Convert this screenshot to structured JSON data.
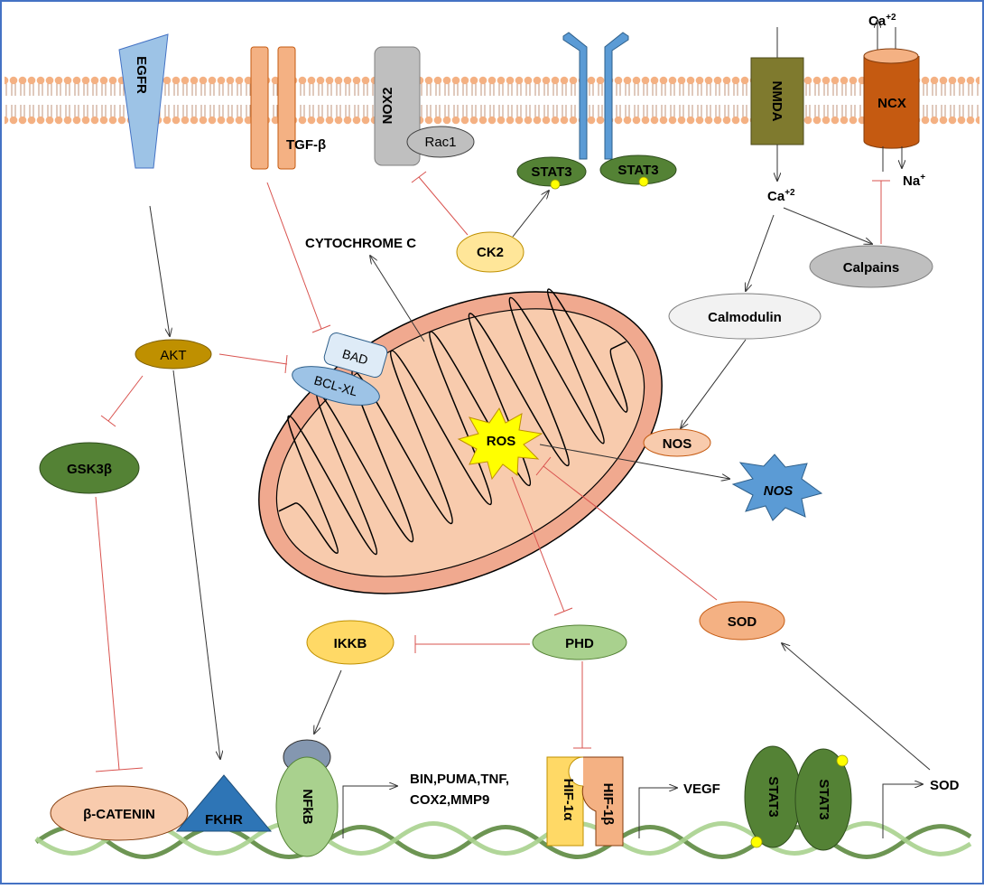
{
  "membrane": {
    "egfr": "EGFR",
    "tgfb": "TGF-β",
    "nox2": "NOX2",
    "rac1": "Rac1",
    "stat3_left": "STAT3",
    "stat3_right": "STAT3",
    "nmda": "NMDA",
    "ncx": "NCX",
    "ca_top_base": "Ca",
    "ca_top_sup": "+2",
    "ca_below_base": "Ca",
    "ca_below_sup": "+2",
    "na_base": "Na",
    "na_sup": "+"
  },
  "nodes": {
    "cytochrome_c": "CYTOCHROME C",
    "ck2": "CK2",
    "calpains": "Calpains",
    "calmodulin": "Calmodulin",
    "akt": "AKT",
    "bad": "BAD",
    "bcl_xl": "BCL-XL",
    "gsk3b": "GSK3β",
    "ros": "ROS",
    "nos": "NOS",
    "nos_star": "NOS",
    "ikkb": "IKKB",
    "phd": "PHD",
    "sod": "SOD"
  },
  "dna": {
    "beta_catenin": "β-CATENIN",
    "fkhr": "FKHR",
    "nfkb": "NFkB",
    "targets_line1": "BIN,PUMA,TNF,",
    "targets_line2": "COX2,MMP9",
    "hif1a": "HIF-1α",
    "hif1b": "HIF-1β",
    "vegf": "VEGF",
    "stat3_a": "STAT3",
    "stat3_b": "STAT3",
    "sod_out": "SOD"
  },
  "colors": {
    "membrane_head": "#f4b183",
    "egfr": "#9dc3e6",
    "tgfb": "#f4b183",
    "nox2": "#bfbfbf",
    "stat3": "#548235",
    "receptor": "#5b9bd5",
    "nmda": "#7f7a2e",
    "ncx": "#c55a11",
    "mito_outer": "#f0a98f",
    "mito_inner": "#f8cbad",
    "ros": "#ffff00",
    "inhibit_line": "#d9534f",
    "border": "#4472c4"
  }
}
